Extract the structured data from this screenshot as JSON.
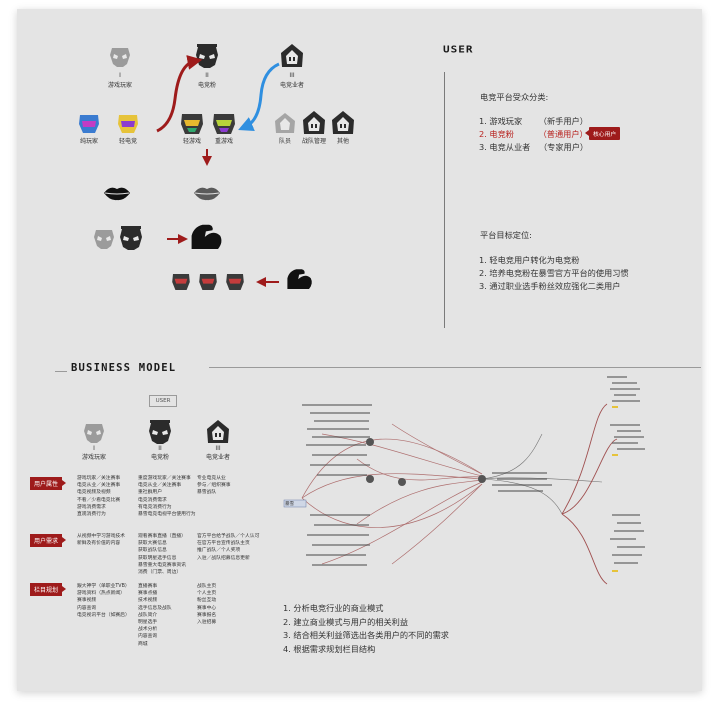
{
  "headings": {
    "user": "USER",
    "business_model": "BUSINESS MODEL"
  },
  "top_diagram": {
    "roles": [
      {
        "name": "游戏玩家",
        "roman": "I"
      },
      {
        "name": "电竞粉",
        "roman": "II"
      },
      {
        "name": "电竞业者",
        "roman": "III"
      }
    ],
    "sub_roles": [
      "纯玩家",
      "轻电竞",
      "轻游戏",
      "重游戏",
      "队员",
      "战队管理",
      "其他"
    ]
  },
  "audience": {
    "title": "电竞平台受众分类:",
    "items": [
      {
        "text": "1. 游戏玩家",
        "note": "（新手用户）"
      },
      {
        "text": "2. 电竞粉",
        "note": "（普通用户）"
      },
      {
        "text": "3. 电竞从业者",
        "note": "（专家用户）"
      }
    ],
    "core_badge": "核心用户"
  },
  "goals": {
    "title": "平台目标定位:",
    "items": [
      "1. 轻电竞用户转化为电竞粉",
      "2. 培养电竞粉在暴雪官方平台的使用习惯",
      "3. 通过职业选手粉丝效应强化二类用户"
    ]
  },
  "business": {
    "user_box": "USER",
    "roles": [
      {
        "name": "游戏玩家",
        "roman": "I"
      },
      {
        "name": "电竞粉",
        "roman": "II"
      },
      {
        "name": "电竞业者",
        "roman": "III"
      }
    ],
    "tags": [
      "用户属性",
      "用户需求",
      "栏目规划"
    ],
    "attr_cols": [
      [
        "游戏玩家／关注赛事",
        "电竞从业／关注赛事",
        "电竞视频及视频",
        "不看／少看电竞比赛",
        "游戏消费需求",
        "直观消费行为"
      ],
      [
        "重度游戏玩家／关注赛事",
        "电竞从业／关注赛事",
        "重社群用户",
        "电竞消费需求",
        "有电竞消费行为",
        "暴雪电竞电视平台使用行为"
      ],
      [
        "专业电竞从业",
        "参与／组织赛事",
        "暴雪战队"
      ]
    ],
    "need_cols": [
      [
        "从视频中学习游戏技术",
        "新鲜及有价值的内容"
      ],
      [
        "观看赛事直播（直播）",
        "获取大赛信息",
        "获取战队信息",
        "获取明星选手信息",
        "暴雪重大电竞赛事资讯",
        "消费（门票、周边）"
      ],
      [
        "官方平台给予战队／个人认可",
        "在官方平台宣传战队主页",
        "推广战队／个人奖项",
        "入驻／战队招募信息更新"
      ]
    ],
    "plan_cols": [
      [
        "跟大神学（单职业TVB）",
        "游戏资料（热点新闻）",
        "赛事视频",
        "内容查询",
        "电竞视讯平台（如赛后）"
      ],
      [
        "直播赛事",
        "赛事点播",
        "技术视频",
        "选手信息及战队",
        "战队简介",
        "明星选手",
        "战术分析",
        "内容查询",
        "商城"
      ],
      [
        "战队主页",
        "个人主页",
        "粉丝互动",
        "赛事中心",
        "赛事报名",
        "入驻招募"
      ]
    ],
    "mindmap_left_label": "暴雪",
    "steps": [
      "1. 分析电竞行业的商业模式",
      "2. 建立商业模式与用户的相关利益",
      "3. 结合相关利益筛选出各类用户的不同的需求",
      "4. 根据需求规划栏目结构"
    ]
  },
  "colors": {
    "accent_red": "#9e1b1b",
    "arrow_blue": "#2f8fe0",
    "background": "#e4e4e4"
  }
}
